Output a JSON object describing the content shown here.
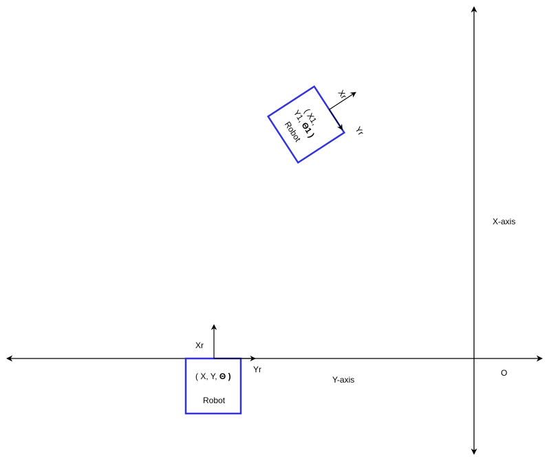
{
  "axes": {
    "x_axis_label": "X-axis",
    "y_axis_label": "Y-axis",
    "origin_label": "O"
  },
  "robot_initial": {
    "pose_prefix": "( X, Y, ",
    "theta": "Θ",
    "pose_suffix": " )",
    "name": "Robot",
    "xr_label": "Xr",
    "yr_label": "Yr"
  },
  "robot_moved": {
    "pose_line1": "( X1,",
    "pose_line2_prefix": "Y1, ",
    "theta1": "Θ1",
    "pose_line2_suffix": " )",
    "name": "Robot",
    "xr_label": "Xr",
    "yr_label": "Yr",
    "rotation_deg": -33
  },
  "colors": {
    "robot_border": "#3333dd",
    "lines": "#000000"
  }
}
